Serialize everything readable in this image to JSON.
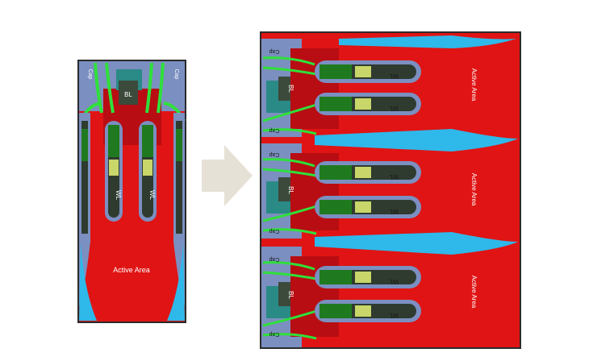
{
  "colors": {
    "active": "#e01414",
    "dark_red": "#b80d12",
    "spacer": "#7b8fc0",
    "gate_dark": "#2f3b2f",
    "gate_mid": "#1f7a1f",
    "gate_light": "#c8d66a",
    "bright_green": "#2fe03a",
    "contact": "#2a8a86",
    "cyan": "#2fb8ea",
    "frame": "#2b2b2b",
    "arrow": "#e6e1d6"
  },
  "left_panel": {
    "active_label": "Active Area",
    "bl_label": "BL",
    "wl_labels": [
      "WL",
      "WL"
    ],
    "cap_labels": [
      "Cap",
      "Cap"
    ]
  },
  "arrow_icon": "right-arrow-icon",
  "right_panel": {
    "cells": [
      {
        "active_label": "Active Area",
        "bl_label": "BL",
        "wl_labels": [
          "WL",
          "WL"
        ],
        "cap_labels": [
          "Cap",
          "Cap"
        ]
      },
      {
        "active_label": "Active Area",
        "bl_label": "BL",
        "wl_labels": [
          "WL",
          "WL"
        ],
        "cap_labels": [
          "Cap",
          "Cap"
        ]
      },
      {
        "active_label": "Active Area",
        "bl_label": "BL",
        "wl_labels": [
          "WL",
          "WL"
        ],
        "cap_labels": [
          "Cap",
          "Cap"
        ]
      }
    ]
  }
}
